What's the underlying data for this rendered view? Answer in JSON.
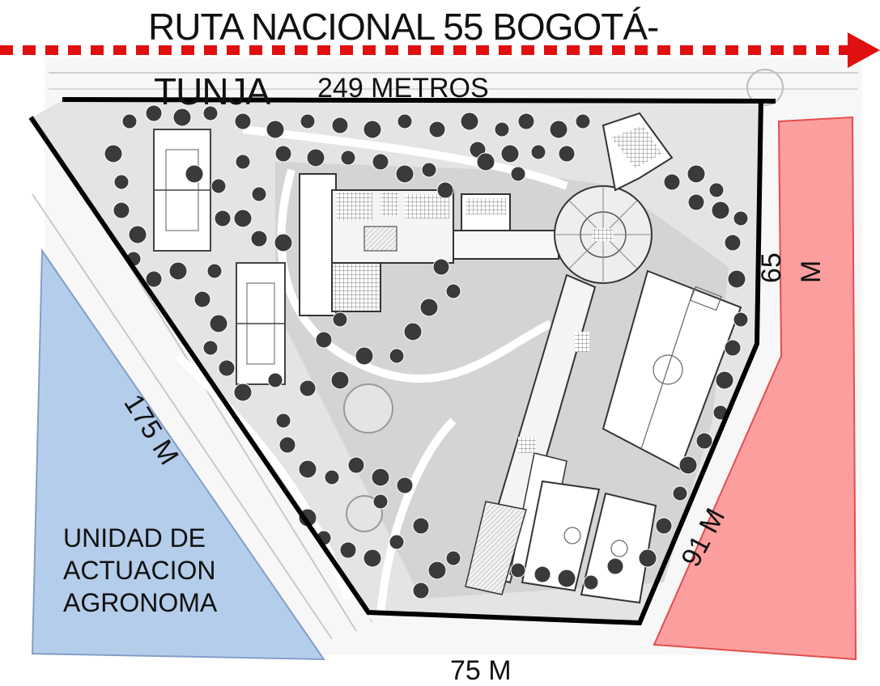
{
  "road": {
    "title_line1": "RUTA NACIONAL 55 BOGOTÁ-",
    "title_line2": "TUNJA",
    "arrow_color": "#e01010"
  },
  "dimensions": {
    "top": "249 METROS",
    "left": "175 M",
    "right_number": "65",
    "right_unit": "M",
    "diagonal": "91 M",
    "bottom": "75 M"
  },
  "zones": {
    "left": {
      "label_lines": [
        "UNIDAD DE",
        "ACTUACION",
        "AGRONOMA"
      ],
      "color": "#a9c6e8",
      "border": "#6d8fbf"
    },
    "right": {
      "color": "#ff8f8f",
      "border": "#e03030"
    }
  },
  "plan": {
    "boundary_color": "#000000",
    "ground_color": "#d9d9d9",
    "tree_color": "#3a3a3a"
  }
}
